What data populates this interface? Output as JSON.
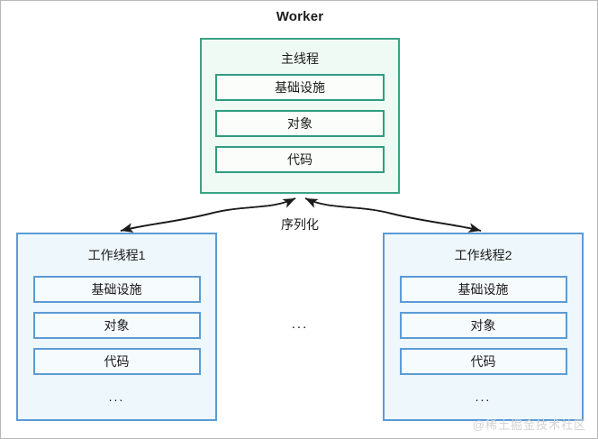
{
  "diagram": {
    "title": "Worker",
    "serialize_label": "序列化",
    "middle_ellipsis": "...",
    "watermark": "@稀土掘金技术社区",
    "colors": {
      "main_border": "#3aa384",
      "main_fill": "#effaf4",
      "main_slot_border": "#2f9d80",
      "main_slot_fill": "#fafdf9",
      "worker_border": "#5b9bd5",
      "worker_fill": "#eef7fc",
      "worker_slot_border": "#5b9bd5",
      "worker_slot_fill": "#f6fbfe",
      "arrow": "#1a1a1a",
      "page_border": "#b9b9b9",
      "text": "#1a1a1a",
      "watermark": "#d3d3d3"
    }
  },
  "main_thread": {
    "title": "主线程",
    "slots": [
      {
        "label": "基础设施"
      },
      {
        "label": "对象"
      },
      {
        "label": "代码"
      }
    ]
  },
  "workers": [
    {
      "title": "工作线程1",
      "slots": [
        {
          "label": "基础设施"
        },
        {
          "label": "对象"
        },
        {
          "label": "代码"
        }
      ],
      "ellipsis": "..."
    },
    {
      "title": "工作线程2",
      "slots": [
        {
          "label": "基础设施"
        },
        {
          "label": "对象"
        },
        {
          "label": "代码"
        }
      ],
      "ellipsis": "..."
    }
  ]
}
